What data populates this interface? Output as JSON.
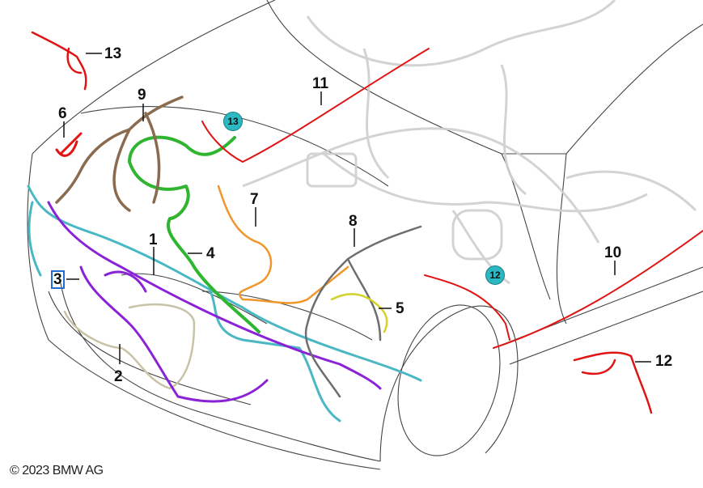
{
  "diagram": {
    "callouts": [
      {
        "id": "1",
        "label": "1",
        "harness_color": "#4ab8c4"
      },
      {
        "id": "2",
        "label": "2",
        "harness_color": "#c8c3a6"
      },
      {
        "id": "3",
        "label": "3",
        "harness_color": "#8a22d8",
        "selected": true
      },
      {
        "id": "4",
        "label": "4",
        "harness_color": "#2fb52f"
      },
      {
        "id": "5",
        "label": "5",
        "harness_color": "#d6d12a"
      },
      {
        "id": "6",
        "label": "6",
        "harness_color": "#e01414"
      },
      {
        "id": "7",
        "label": "7",
        "harness_color": "#f0962a"
      },
      {
        "id": "8",
        "label": "8",
        "harness_color": "#6e6e6e"
      },
      {
        "id": "9",
        "label": "9",
        "harness_color": "#8b6b4f"
      },
      {
        "id": "10",
        "label": "10",
        "harness_color": "#e01414"
      },
      {
        "id": "11",
        "label": "11",
        "harness_color": "#e01414"
      },
      {
        "id": "12",
        "label": "12",
        "harness_color": "#e01414"
      },
      {
        "id": "13",
        "label": "13",
        "harness_color": "#e01414"
      }
    ],
    "badges": [
      {
        "label": "13"
      },
      {
        "label": "12"
      }
    ],
    "copyright": "© 2023 BMW AG"
  }
}
